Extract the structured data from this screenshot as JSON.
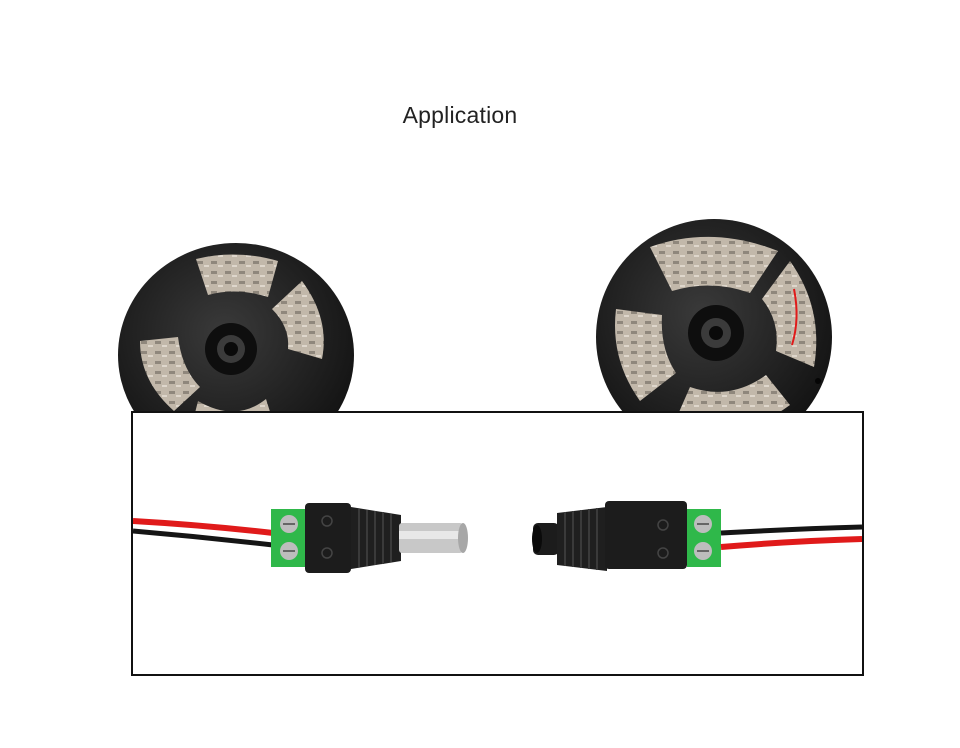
{
  "title": "Application",
  "colors": {
    "reel": "#2b2b2b",
    "reel_dark": "#151515",
    "strip": "#b3a89a",
    "wire_red": "#e01a1a",
    "wire_black": "#111111",
    "terminal_green": "#2fb84a",
    "connector_body": "#1c1c1c",
    "metal": "#c8c8c8",
    "frame": "#111111"
  },
  "objects": {
    "left_reel": "led-strip-reel",
    "right_reel": "led-strip-reel",
    "male_connector": "dc-male-connector",
    "female_connector": "dc-female-connector"
  }
}
